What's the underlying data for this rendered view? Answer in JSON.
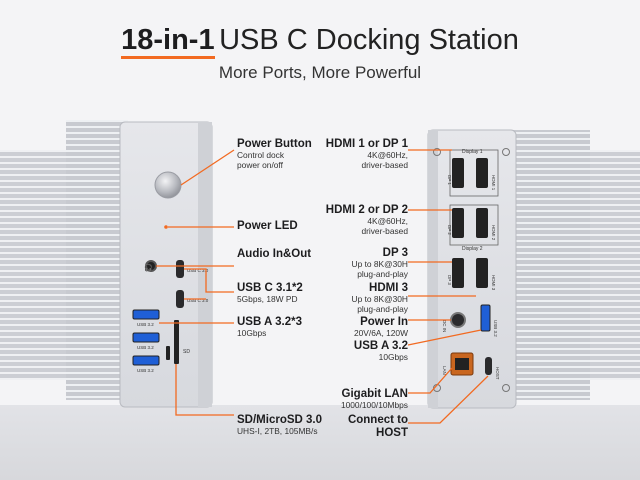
{
  "title": {
    "highlight": "18-in-1",
    "rest": "USB C Docking Station"
  },
  "subtitle": "More Ports, More Powerful",
  "accent_color": "#f26a21",
  "left_labels": [
    {
      "head": "Power Button",
      "sub": "Control dock\npower on/off"
    },
    {
      "head": "Power LED",
      "sub": ""
    },
    {
      "head": "Audio In&Out",
      "sub": ""
    },
    {
      "head": "USB C 3.1*2",
      "sub": "5Gbps, 18W PD"
    },
    {
      "head": "USB A 3.2*3",
      "sub": "10Gbps"
    },
    {
      "head": "SD/MicroSD 3.0",
      "sub": "UHS-I, 2TB, 105MB/s"
    }
  ],
  "right_labels": [
    {
      "head": "HDMI 1 or DP 1",
      "sub": "4K@60Hz,\ndriver-based"
    },
    {
      "head": "HDMI 2 or DP 2",
      "sub": "4K@60Hz,\ndriver-based"
    },
    {
      "head": "DP 3",
      "sub": "Up to 8K@30H\nplug-and-play"
    },
    {
      "head": "HDMI 3",
      "sub": "Up to 8K@30H\nplug-and-play"
    },
    {
      "head": "Power In",
      "sub": "20V/6A, 120W"
    },
    {
      "head": "USB A 3.2",
      "sub": "10Gbps"
    },
    {
      "head": "Gigabit LAN",
      "sub": "1000/100/10Mbps"
    },
    {
      "head": "Connect to\nHOST",
      "sub": ""
    }
  ],
  "front_port_labels": {
    "usbc": "USB C 3.0",
    "usba": "USB 3.2",
    "sd": "SD"
  },
  "back_port_labels": {
    "display1": "Display 1",
    "display2": "Display 2",
    "dp1": "DP 1",
    "hdmi1": "HDMI 1",
    "dp2": "DP 2",
    "hdmi2": "HDMI 2",
    "dp3": "DP 3",
    "hdmi3": "HDMI 3",
    "dcin": "DC IN",
    "usb32": "USB 3.2",
    "lan": "LAN",
    "host": "HOST"
  }
}
